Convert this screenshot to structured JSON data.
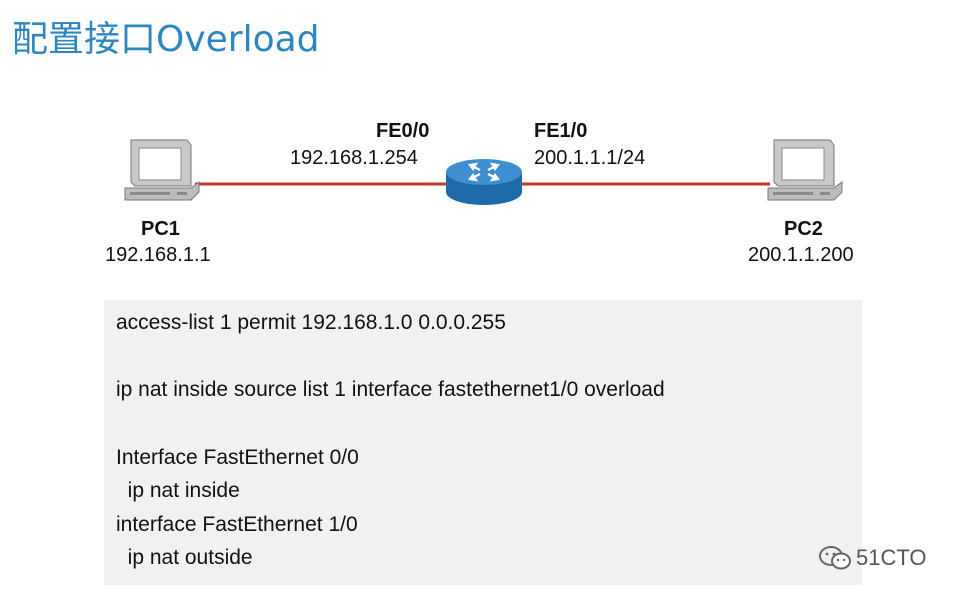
{
  "title": "配置接口Overload",
  "colors": {
    "title": "#2e86c1",
    "link": "#c0392b",
    "router": "#2f7fc0",
    "code_bg": "#f1f1f1"
  },
  "topology": {
    "router": {
      "icon": "router-icon",
      "left_interface": {
        "name": "FE0/0",
        "ip": "192.168.1.254"
      },
      "right_interface": {
        "name": "FE1/0",
        "ip": "200.1.1.1/24"
      }
    },
    "pc1": {
      "icon": "pc-icon",
      "name": "PC1",
      "ip": "192.168.1.1"
    },
    "pc2": {
      "icon": "pc-icon",
      "name": "PC2",
      "ip": "200.1.1.200"
    }
  },
  "config": {
    "lines": [
      "access-list 1 permit 192.168.1.0 0.0.0.255",
      "",
      "ip nat inside source list 1 interface fastethernet1/0 overload",
      "",
      "Interface FastEthernet 0/0",
      "  ip nat inside",
      "interface FastEthernet 1/0",
      "  ip nat outside"
    ]
  },
  "watermark": {
    "icon": "wechat-icon",
    "text": "51CTO"
  }
}
